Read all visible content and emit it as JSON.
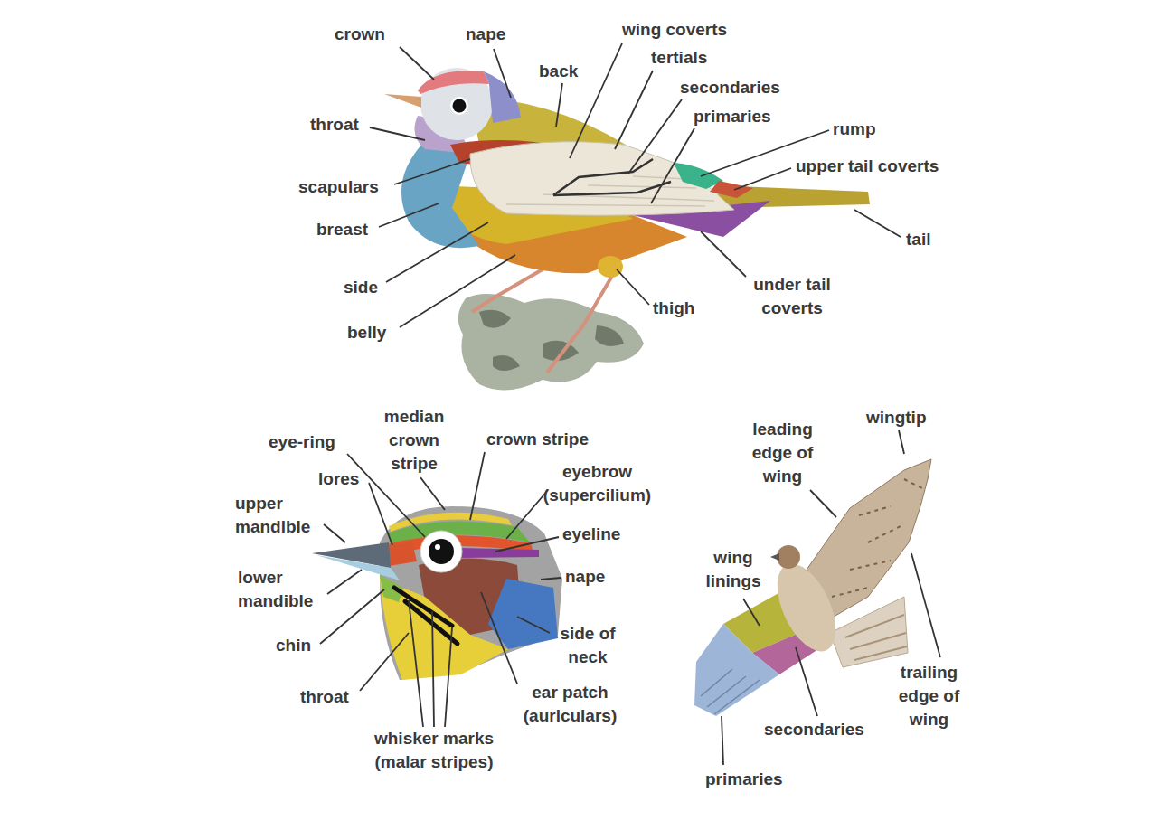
{
  "diagram": {
    "labels": [
      "crown",
      "nape",
      "wing coverts",
      "back",
      "tertials",
      "secondaries",
      "primaries",
      "throat",
      "rump",
      "upper tail coverts",
      "scapulars",
      "breast",
      "tail",
      "side",
      "thigh",
      "under tail coverts",
      "belly",
      "median crown stripe",
      "eye-ring",
      "crown stripe",
      "eyebrow (supercilium)",
      "lores",
      "upper mandible",
      "eyeline",
      "nape",
      "lower mandible",
      "side of neck",
      "chin",
      "throat",
      "ear patch (auriculars)",
      "whisker marks (malar stripes)",
      "wingtip",
      "leading edge of wing",
      "wing linings",
      "trailing edge of wing",
      "secondaries",
      "primaries"
    ]
  }
}
